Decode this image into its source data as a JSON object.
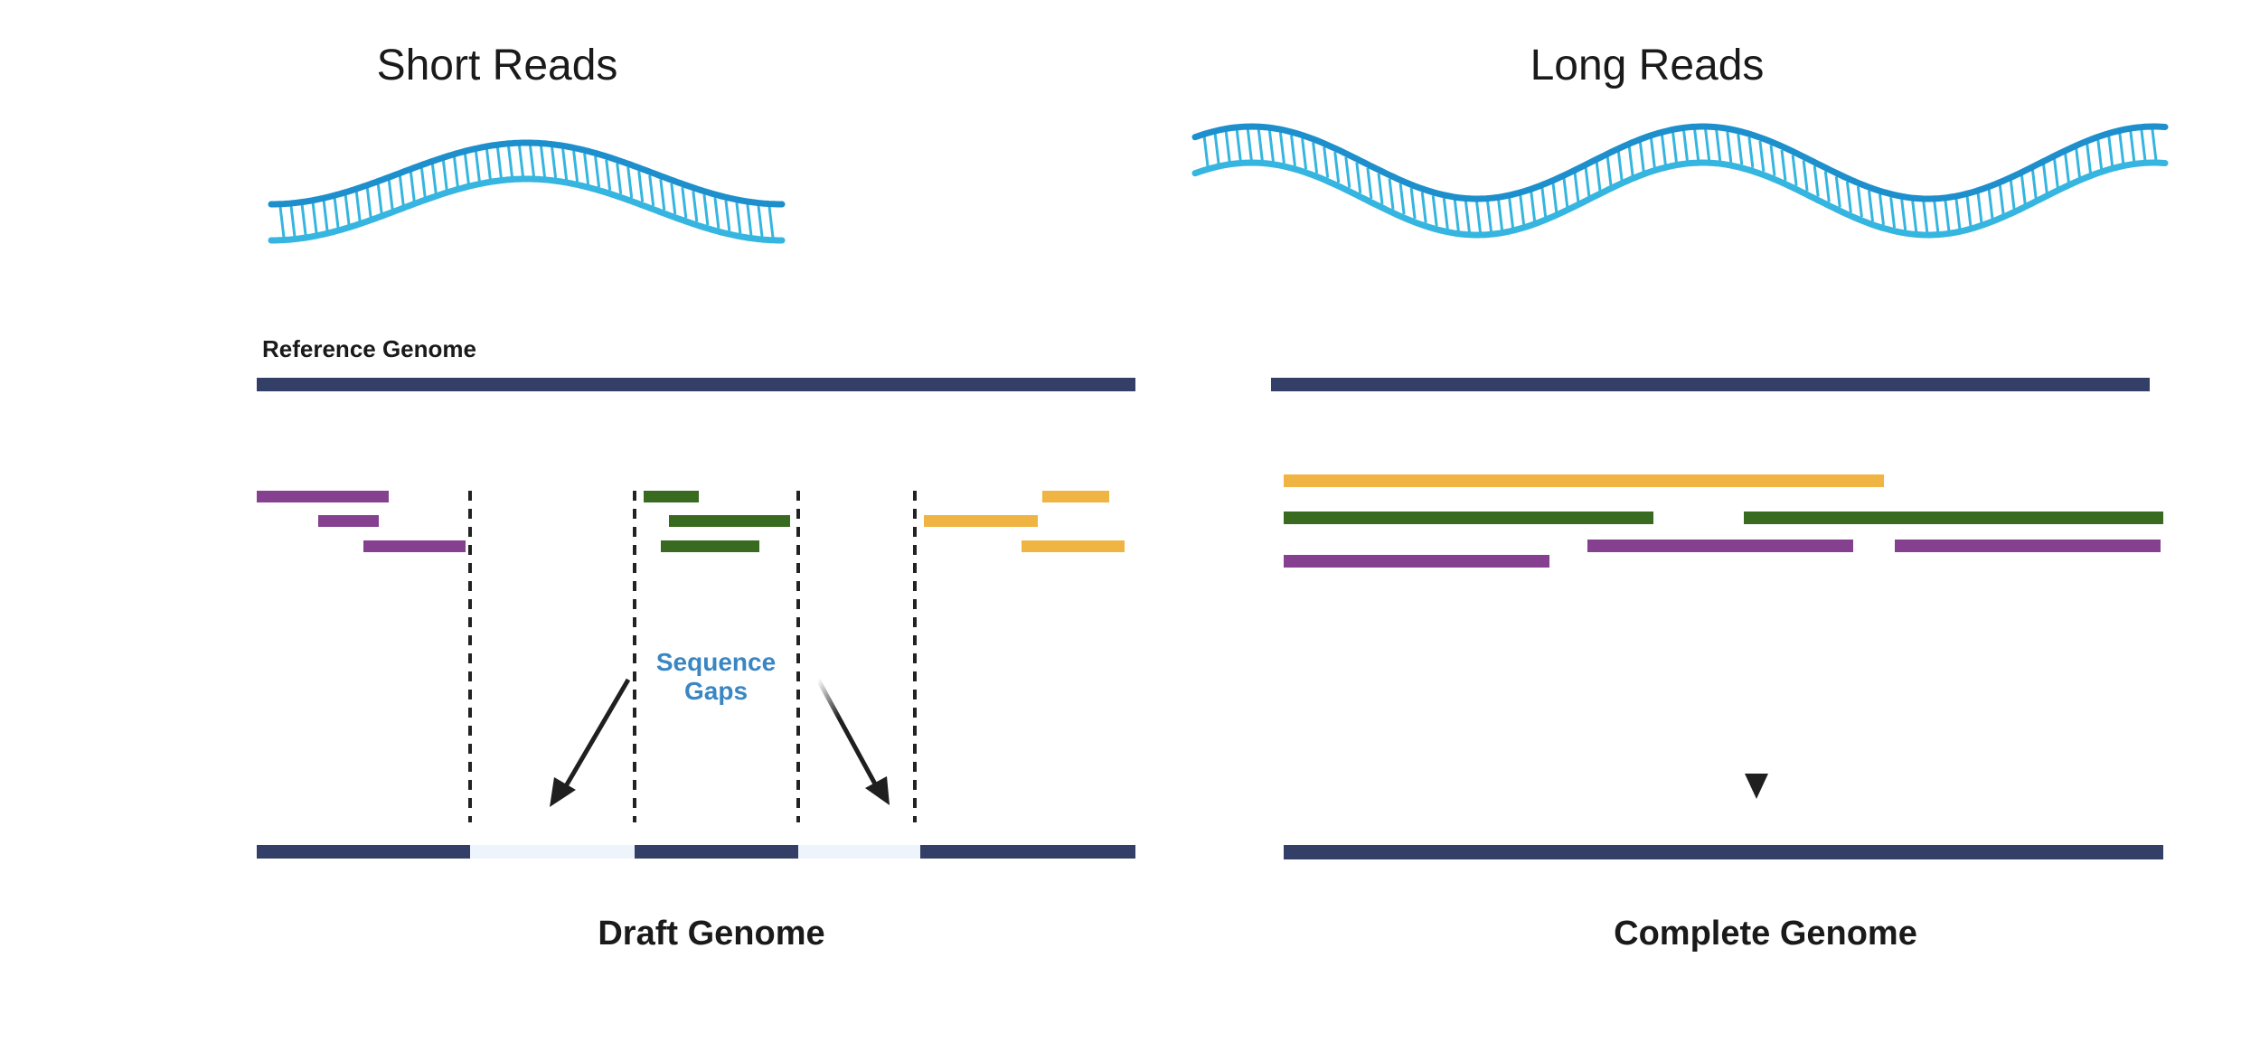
{
  "left_panel": {
    "title": "Short Reads",
    "reference_label": "Reference Genome",
    "gap_label_line1": "Sequence",
    "gap_label_line2": "Gaps",
    "bottom_label": "Draft Genome"
  },
  "right_panel": {
    "title": "Long Reads",
    "bottom_label": "Complete Genome"
  },
  "colors": {
    "genome": "#333f66",
    "gap_fill": "#eef4fb",
    "read_purple": "#85418f",
    "read_green": "#386a1f",
    "read_yellow": "#f0b443",
    "dna_dark": "#1c8fcc",
    "dna_light": "#35b5df",
    "gap_text": "#3a86c3",
    "arrow": "#1f1f1f"
  }
}
